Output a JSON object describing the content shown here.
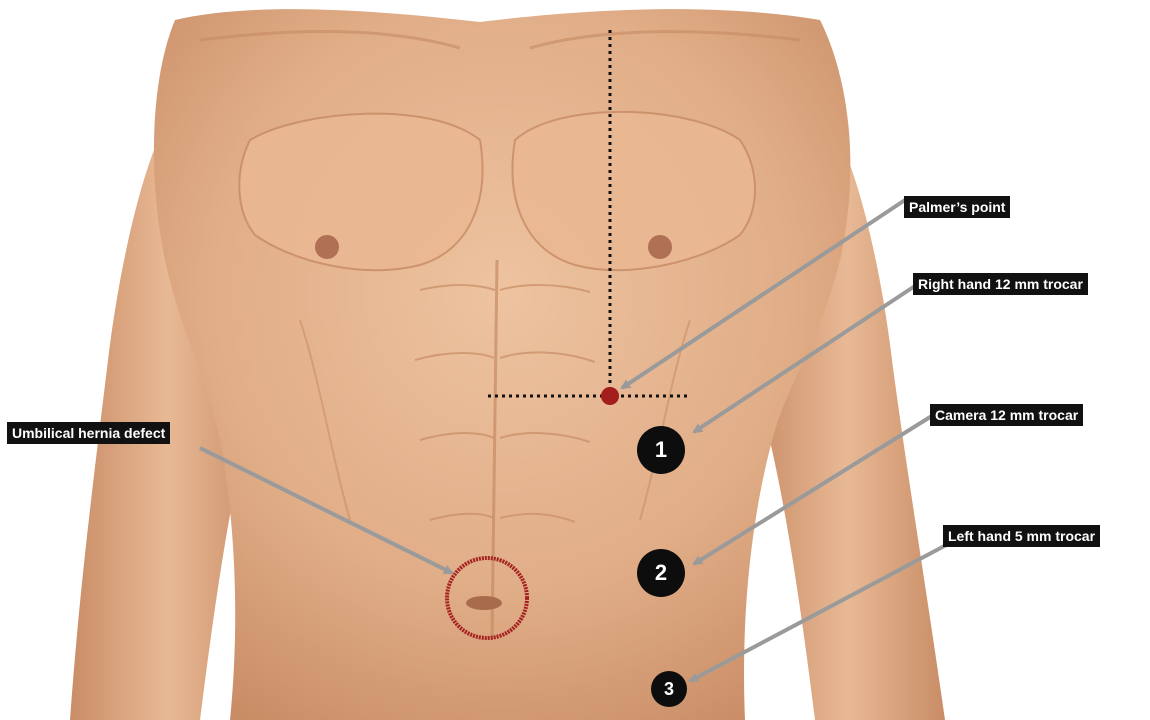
{
  "annotations": {
    "palmers_point": "Palmer’s point",
    "right_hand_trocar": "Right hand 12 mm trocar",
    "camera_trocar": "Camera 12 mm trocar",
    "left_hand_trocar": "Left hand 5 mm trocar",
    "umbilical_defect": "Umbilical hernia defect"
  },
  "port_markers": {
    "port_1": "1",
    "port_2": "2",
    "port_3": "3"
  },
  "colors": {
    "skin": "#e3b48f",
    "skin_shadow": "#c98d66",
    "palmer_point_dot": "#a31d1d",
    "umbilical_circle": "#a52020",
    "label_background": "#111111",
    "arrow": "#9a9a9a",
    "guide_lines": "#111111"
  }
}
